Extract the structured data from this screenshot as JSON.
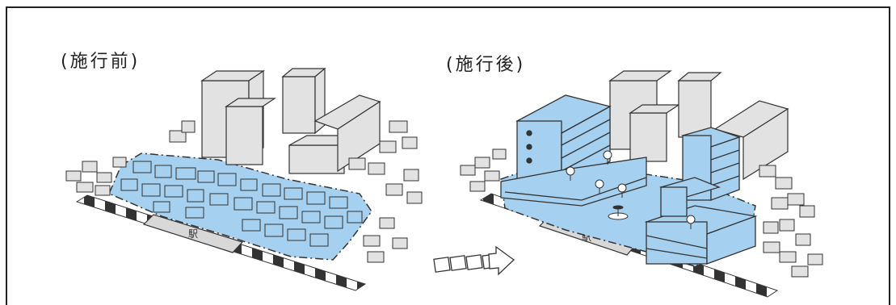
{
  "labels": {
    "before": "(施行前)",
    "after": "(施行後)",
    "station_before": "駅",
    "station_after": "駅"
  },
  "colors": {
    "blue": "#a6d0ef",
    "grey": "#e2e2e2",
    "outline": "#333333"
  },
  "icons": {
    "transition": "arrow-right-icon"
  }
}
